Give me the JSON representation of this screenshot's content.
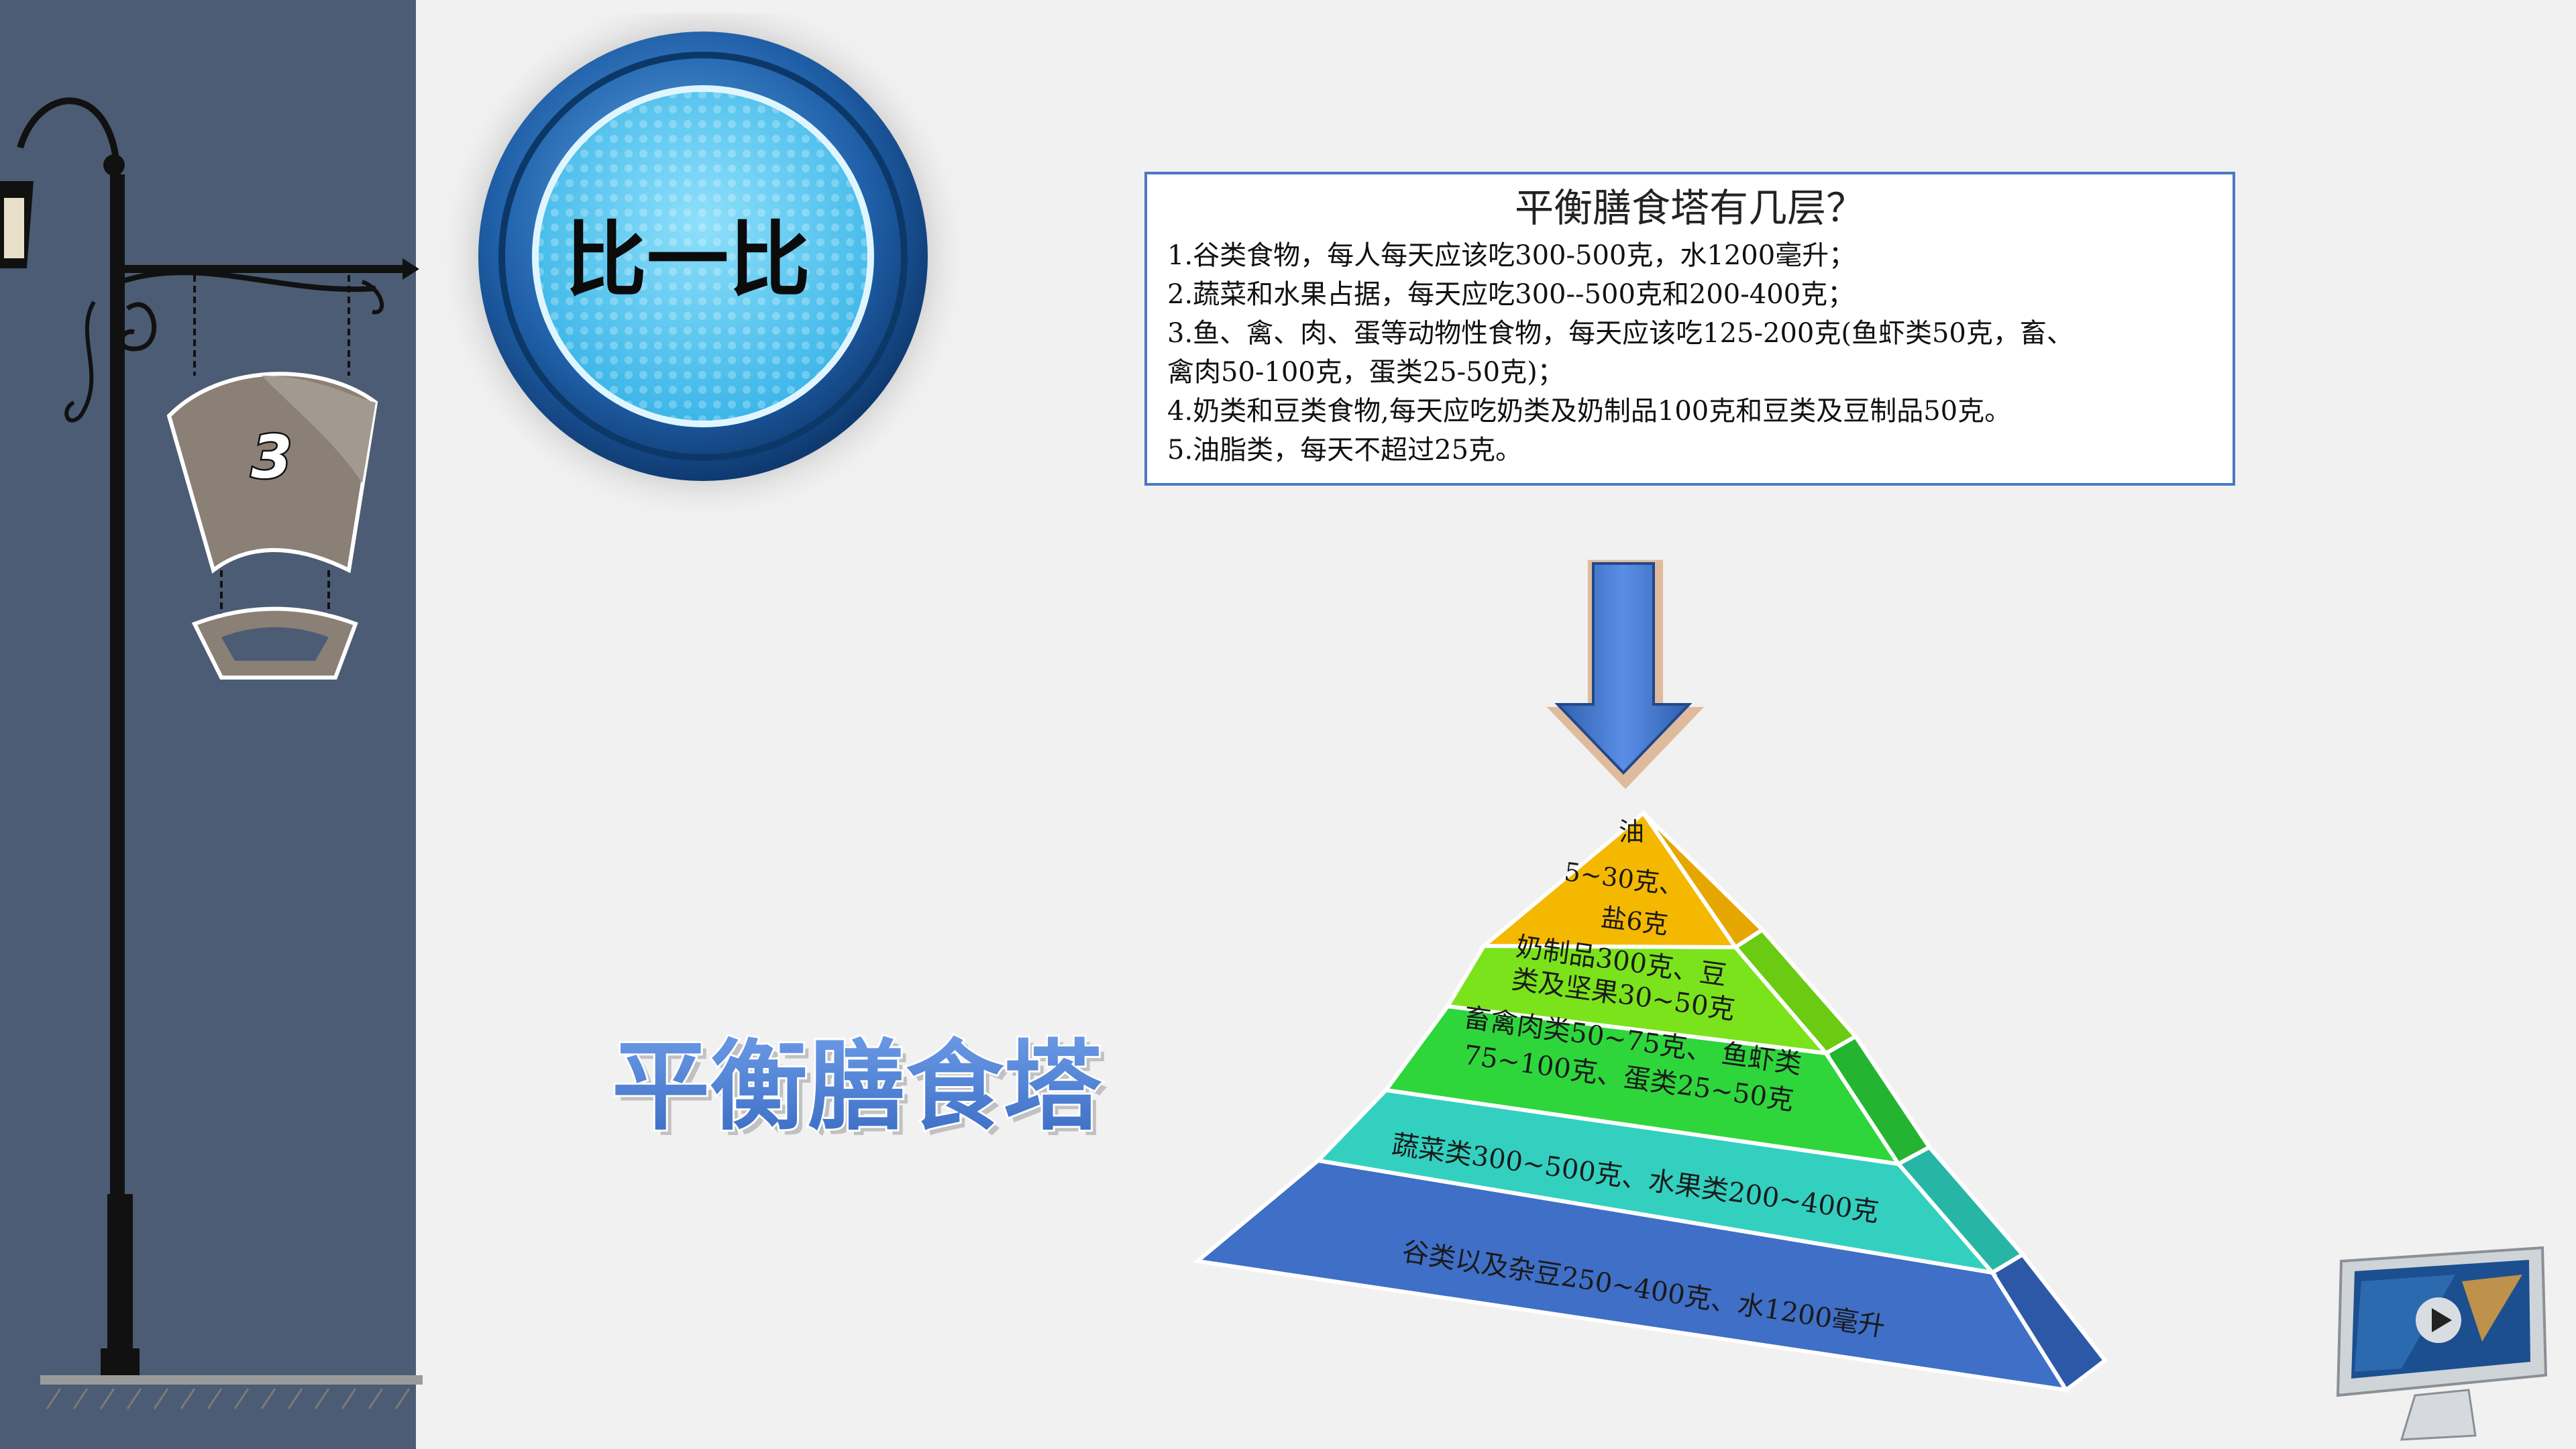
{
  "sign": {
    "number": "3"
  },
  "badge": {
    "label": "比一比"
  },
  "info": {
    "title": "平衡膳食塔有几层？",
    "lines": [
      "1.谷类食物，每人每天应该吃300-500克，水1200毫升；",
      "2.蔬菜和水果占据，每天应吃300--500克和200-400克；",
      "3.鱼、禽、肉、蛋等动物性食物，每天应该吃125-200克(鱼虾类50克，畜、",
      "禽肉50-100克，蛋类25-50克)；",
      "4.奶类和豆类食物,每天应吃奶类及奶制品100克和豆类及豆制品50克。",
      "5.油脂类，每天不超过25克。"
    ]
  },
  "pyramid": {
    "layers": [
      {
        "lines": [
          "油",
          "5~30克、",
          "盐6克"
        ],
        "color": "#f5b800"
      },
      {
        "lines": [
          "奶制品300克、豆",
          "类及坚果30~50克"
        ],
        "color": "#7be31c"
      },
      {
        "lines": [
          "畜禽肉类50~75克、 鱼虾类",
          "75~100克、蛋类25~50克"
        ],
        "color": "#2ed63c"
      },
      {
        "lines": [
          "蔬菜类300~500克、水果类200~400克"
        ],
        "color": "#33d0c0"
      },
      {
        "lines": [
          "谷类以及杂豆250~400克、水1200毫升"
        ],
        "color": "#3f6fc6"
      }
    ]
  },
  "main_title": "平衡膳食塔",
  "colors": {
    "panel": "#4c5c74",
    "accent": "#4a78c8",
    "badge_inner": "#5ecbf0"
  },
  "icons": {
    "monitor": "monitor-play-icon",
    "lamp": "street-lamp-icon"
  }
}
